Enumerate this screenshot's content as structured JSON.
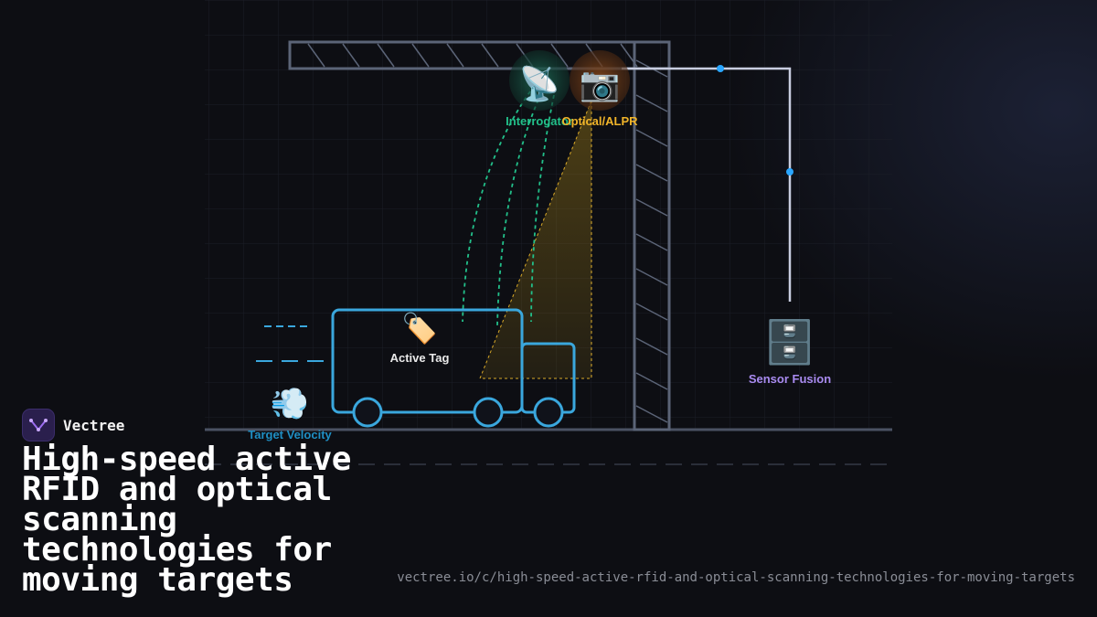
{
  "brand": {
    "name": "Vectree"
  },
  "headline": "High-speed active RFID and optical scanning technologies for moving targets",
  "url": "vectree.io/c/high-speed-active-rfid-and-optical-scanning-technologies-for-moving-targets",
  "diagram": {
    "interrogator": {
      "label": "Interrogator",
      "icon": "satellite-dish-icon",
      "glyph": "📡",
      "color": "#22c08a"
    },
    "optical": {
      "label": "Optical/ALPR",
      "icon": "camera-icon",
      "glyph": "📷",
      "color": "#f0b429"
    },
    "tag": {
      "label": "Active Tag",
      "icon": "tag-icon",
      "glyph": "🏷️",
      "color": "#e9e9e9"
    },
    "velocity": {
      "label": "Target Velocity",
      "icon": "wind-icon",
      "glyph": "💨",
      "color": "#1f8fc4"
    },
    "fusion": {
      "label": "Sensor Fusion",
      "icon": "file-cabinet-icon",
      "glyph": "🗄️",
      "color": "#a98bf0"
    },
    "colors": {
      "gantry": "#5b6477",
      "vehicle": "#3aa7dd",
      "link": "#c8cde0",
      "node": "#2aa6ff"
    }
  }
}
